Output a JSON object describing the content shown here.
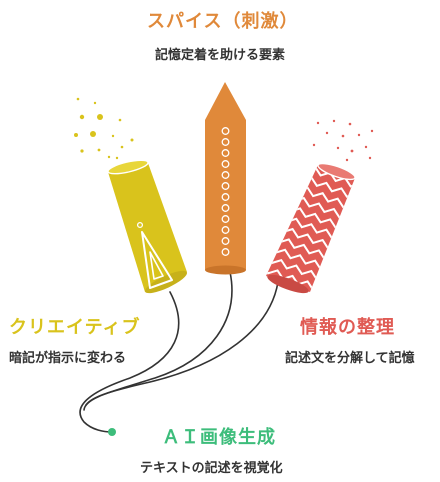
{
  "colors": {
    "spice": "#e0893a",
    "creative": "#d9c31c",
    "organize": "#e05b54",
    "ai": "#3dbd7b",
    "text": "#333333",
    "fuse": "#333333"
  },
  "spice": {
    "title": "スパイス（刺激）",
    "desc": "記憶定着を助ける要素"
  },
  "creative": {
    "title": "クリエイティブ",
    "desc": "暗記が指示に変わる"
  },
  "organize": {
    "title": "情報の整理",
    "desc": "記述文を分解して記憶"
  },
  "ai": {
    "title": "ＡＩ画像生成",
    "desc": "テキストの記述を視覚化"
  },
  "icons": [
    "firework-rocket-icon",
    "firework-cone-icon",
    "firework-zigzag-icon",
    "fuse-origin-icon"
  ]
}
